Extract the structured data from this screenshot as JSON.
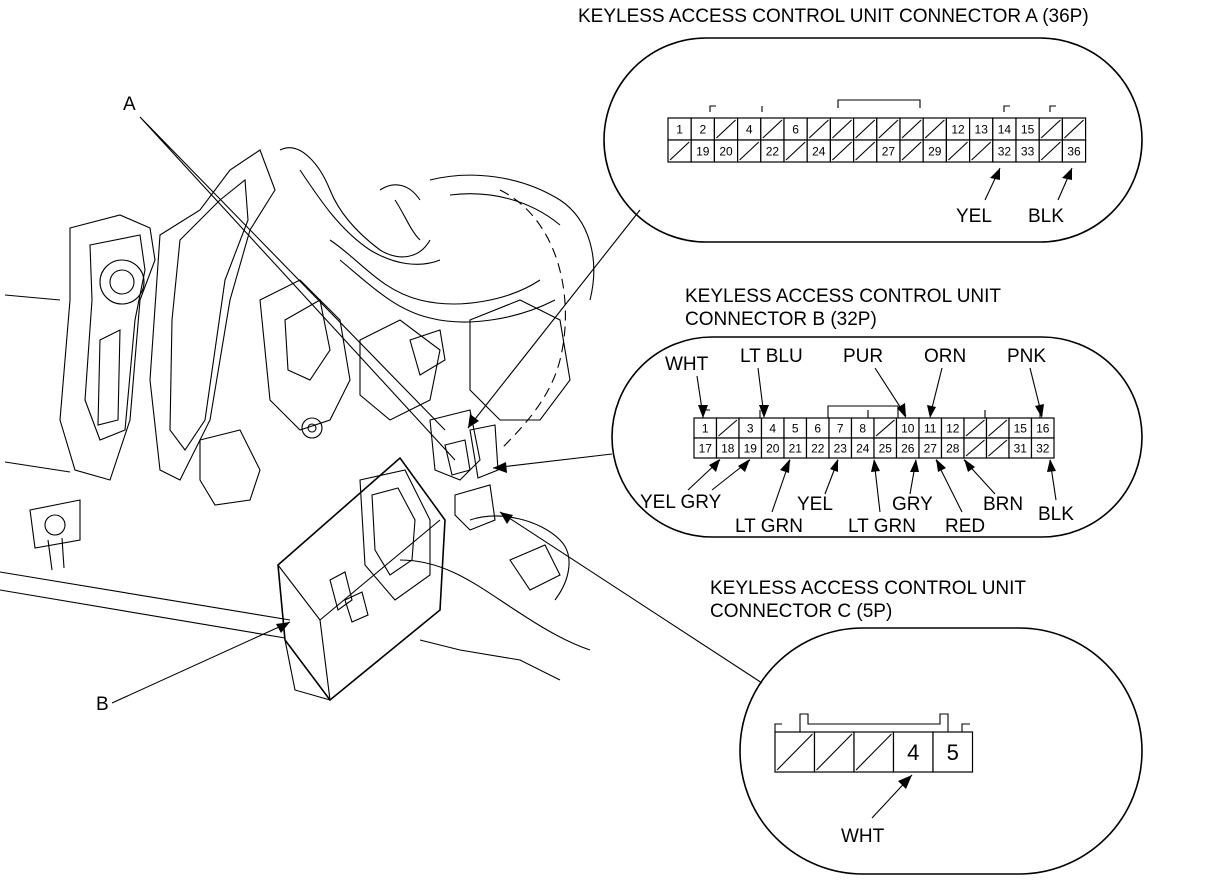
{
  "callouts": {
    "a": "A",
    "b": "B"
  },
  "connector_a": {
    "title": "KEYLESS ACCESS CONTROL UNIT CONNECTOR A (36P)",
    "row1": [
      "1",
      "2",
      "",
      "4",
      "",
      "6",
      "",
      "",
      "",
      "",
      "",
      "",
      "12",
      "13",
      "14",
      "15",
      "",
      ""
    ],
    "row2": [
      "",
      "19",
      "20",
      "",
      "22",
      "",
      "24",
      "",
      "",
      "27",
      "",
      "29",
      "",
      "",
      "32",
      "33",
      "",
      "36"
    ],
    "wires": {
      "yel": "YEL",
      "blk": "BLK"
    }
  },
  "connector_b": {
    "title_line1": "KEYLESS ACCESS CONTROL UNIT",
    "title_line2": "CONNECTOR B (32P)",
    "row1": [
      "1",
      "",
      "3",
      "4",
      "5",
      "6",
      "7",
      "8",
      "",
      "10",
      "11",
      "12",
      "",
      "",
      "15",
      "16"
    ],
    "row2": [
      "17",
      "18",
      "19",
      "20",
      "21",
      "22",
      "23",
      "24",
      "25",
      "26",
      "27",
      "28",
      "",
      "",
      "31",
      "32"
    ],
    "wires": {
      "wht": "WHT",
      "lt_blu": "LT BLU",
      "pur": "PUR",
      "orn": "ORN",
      "pnk": "PNK",
      "yel_gry": "YEL GRY",
      "lt_grn_1": "LT GRN",
      "yel": "YEL",
      "lt_grn_2": "LT GRN",
      "gry": "GRY",
      "red": "RED",
      "brn": "BRN",
      "blk": "BLK"
    }
  },
  "connector_c": {
    "title_line1": "KEYLESS ACCESS CONTROL UNIT",
    "title_line2": "CONNECTOR C (5P)",
    "pins": [
      "",
      "",
      "",
      "4",
      "5"
    ],
    "wires": {
      "wht": "WHT"
    }
  }
}
